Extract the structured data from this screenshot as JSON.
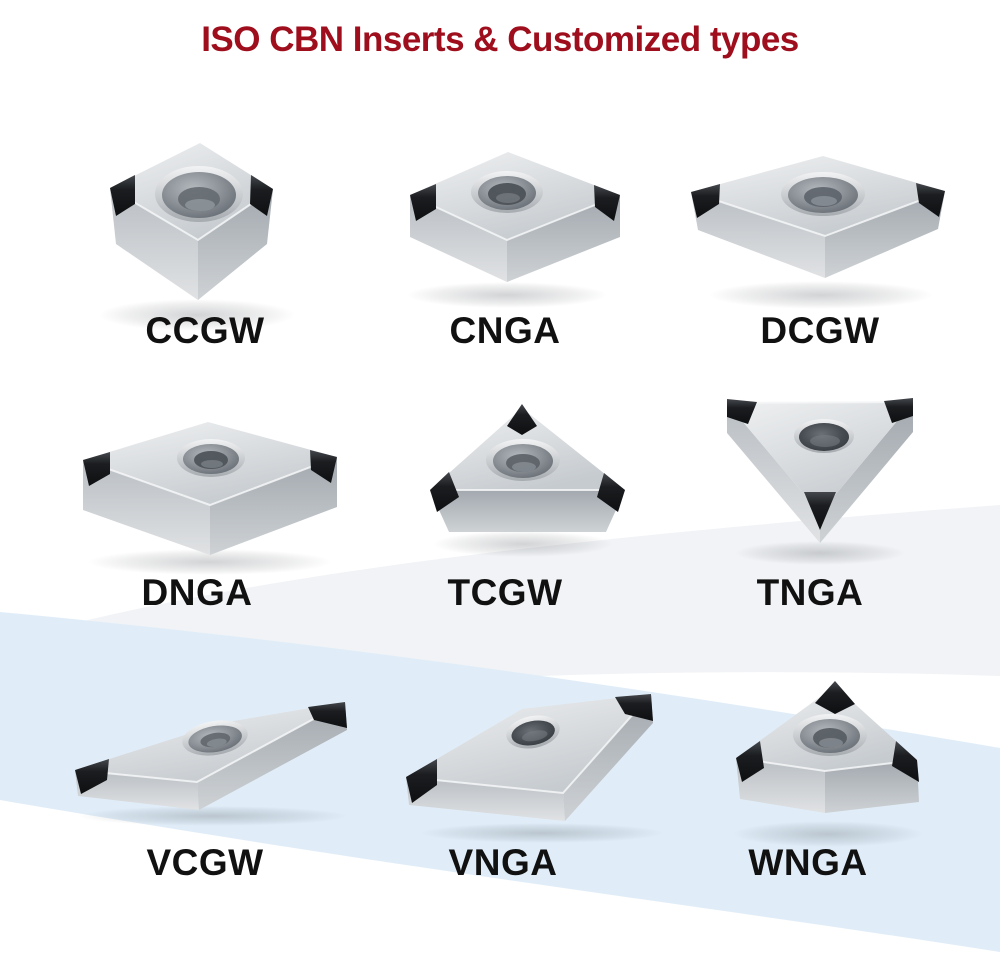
{
  "title": {
    "text": "ISO CBN Inserts & Customized types"
  },
  "inserts": {
    "items": [
      {
        "label": "CCGW",
        "shape": "rhombic-80deg-insert",
        "tips": 2
      },
      {
        "label": "CNGA",
        "shape": "rhombic-80deg-insert",
        "tips": 2
      },
      {
        "label": "DCGW",
        "shape": "diamond-55deg-insert",
        "tips": 2
      },
      {
        "label": "DNGA",
        "shape": "diamond-55deg-insert",
        "tips": 2
      },
      {
        "label": "TCGW",
        "shape": "triangle-insert",
        "tips": 3
      },
      {
        "label": "TNGA",
        "shape": "inverted-triangle-insert",
        "tips": 3
      },
      {
        "label": "VCGW",
        "shape": "diamond-35deg-insert",
        "tips": 2
      },
      {
        "label": "VNGA",
        "shape": "diamond-35deg-insert",
        "tips": 2
      },
      {
        "label": "WNGA",
        "shape": "trigon-insert",
        "tips": 3
      }
    ]
  },
  "colors": {
    "title_red": "#9e0e1d",
    "label_black": "#111111",
    "band_gray": "#f1f3f6",
    "band_blue": "#e0edf8",
    "metal_light": "#eff1f2",
    "metal_dark": "#9aa0a6",
    "cbn_tip_black": "#17191c"
  }
}
